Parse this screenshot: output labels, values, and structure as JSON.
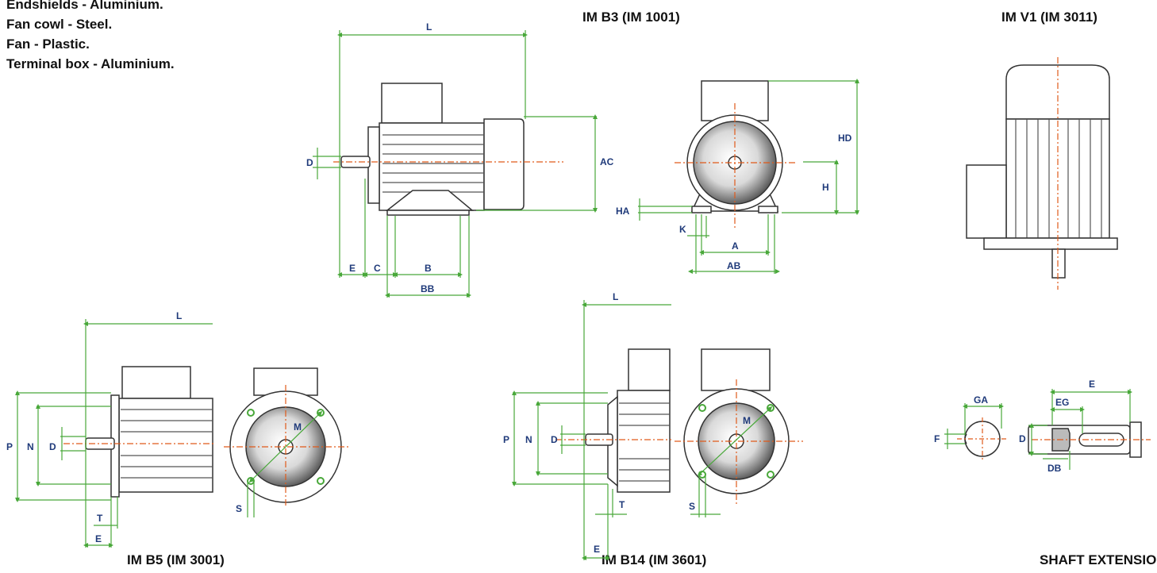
{
  "specs": [
    "Endshields - Aluminium.",
    "Fan cowl - Steel.",
    "Fan - Plastic.",
    "Terminal box - Aluminium."
  ],
  "titles": {
    "b3": "IM B3 (IM 1001)",
    "v1": "IM V1 (IM 3011)",
    "b5": "IM B5 (IM 3001)",
    "b14": "IM B14 (IM 3601)",
    "shaft": "SHAFT EXTENSION"
  },
  "dims": {
    "L": "L",
    "D": "D",
    "AC": "AC",
    "E": "E",
    "C": "C",
    "B": "B",
    "BB": "BB",
    "HD": "HD",
    "H": "H",
    "HA": "HA",
    "K": "K",
    "A": "A",
    "AB": "AB",
    "P": "P",
    "N": "N",
    "M": "M",
    "S": "S",
    "T": "T",
    "GA": "GA",
    "F": "F",
    "EG": "EG",
    "DB": "DB"
  },
  "colors": {
    "dimension_line": "#49a83a",
    "centerline": "#e05a1a",
    "label": "#1f3a7a",
    "outline": "#333333"
  }
}
